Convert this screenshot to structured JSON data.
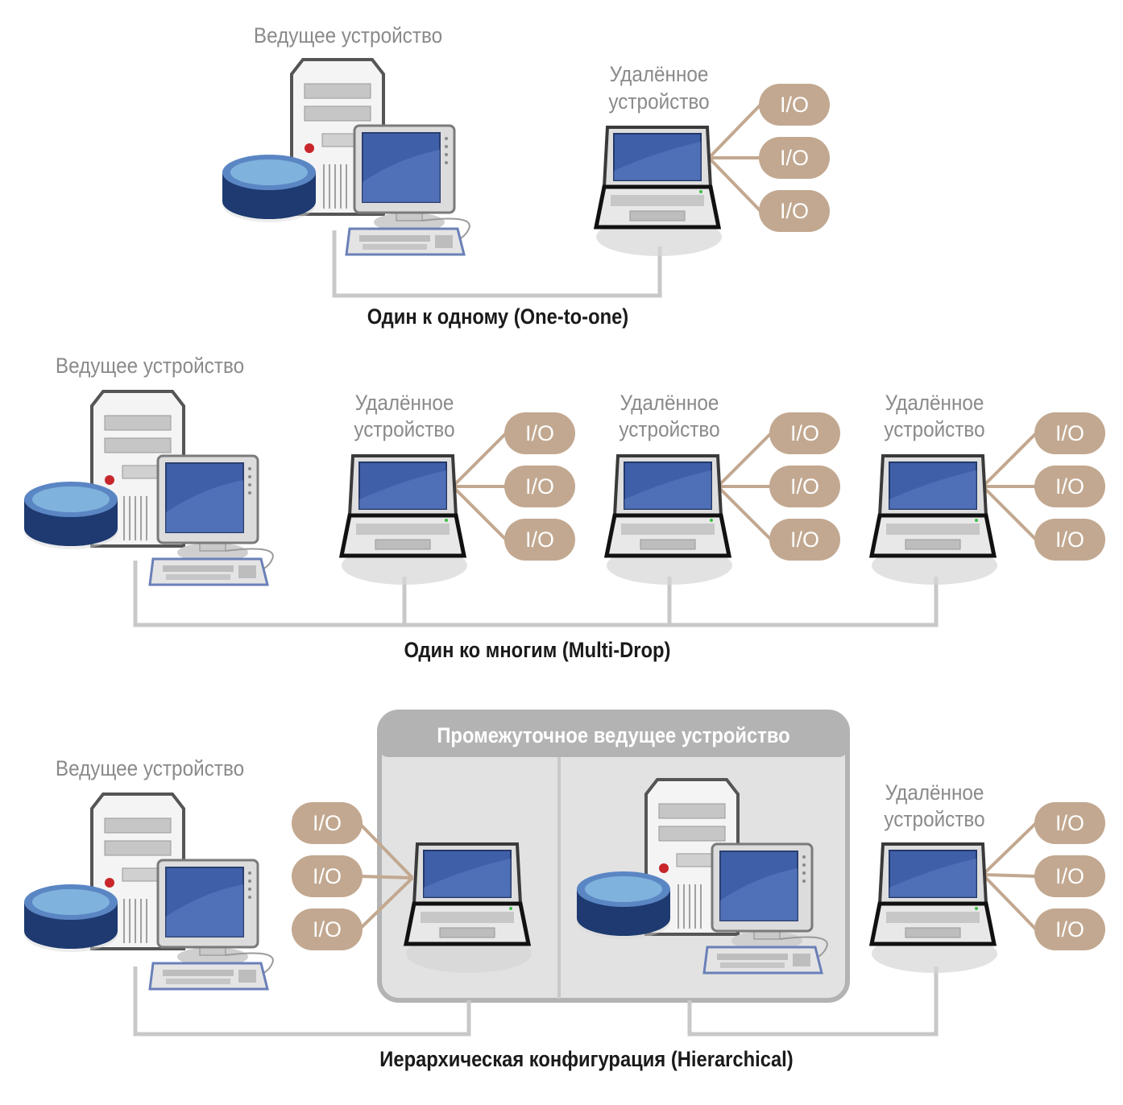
{
  "topologies": [
    {
      "title": "Один к одному (One-to-one)",
      "master_label": "Ведущее устройство",
      "remote_label_line1": "Удалённое",
      "remote_label_line2": "устройство",
      "io_label": "I/O"
    },
    {
      "title": "Один ко многим (Multi-Drop)",
      "master_label": "Ведущее устройство",
      "remotes": [
        {
          "line1": "Удалённое",
          "line2": "устройство"
        },
        {
          "line1": "Удалённое",
          "line2": "устройство"
        },
        {
          "line1": "Удалённое",
          "line2": "устройство"
        }
      ],
      "io_label": "I/O"
    },
    {
      "title": "Иерархическая конфигурация (Hierarchical)",
      "master_label": "Ведущее устройство",
      "intermediate_label": "Промежуточное ведущее устройство",
      "remote_label_line1": "Удалённое",
      "remote_label_line2": "устройство",
      "io_label": "I/O"
    }
  ],
  "colors": {
    "io_fill": "#c2a890",
    "wire": "#c8c8c8",
    "io_link": "#c2a890",
    "intermediate_box": "#e2e2e2",
    "intermediate_header": "#b3b3b3",
    "screen": "#3f5fa8",
    "drum": "#1e3a70"
  }
}
